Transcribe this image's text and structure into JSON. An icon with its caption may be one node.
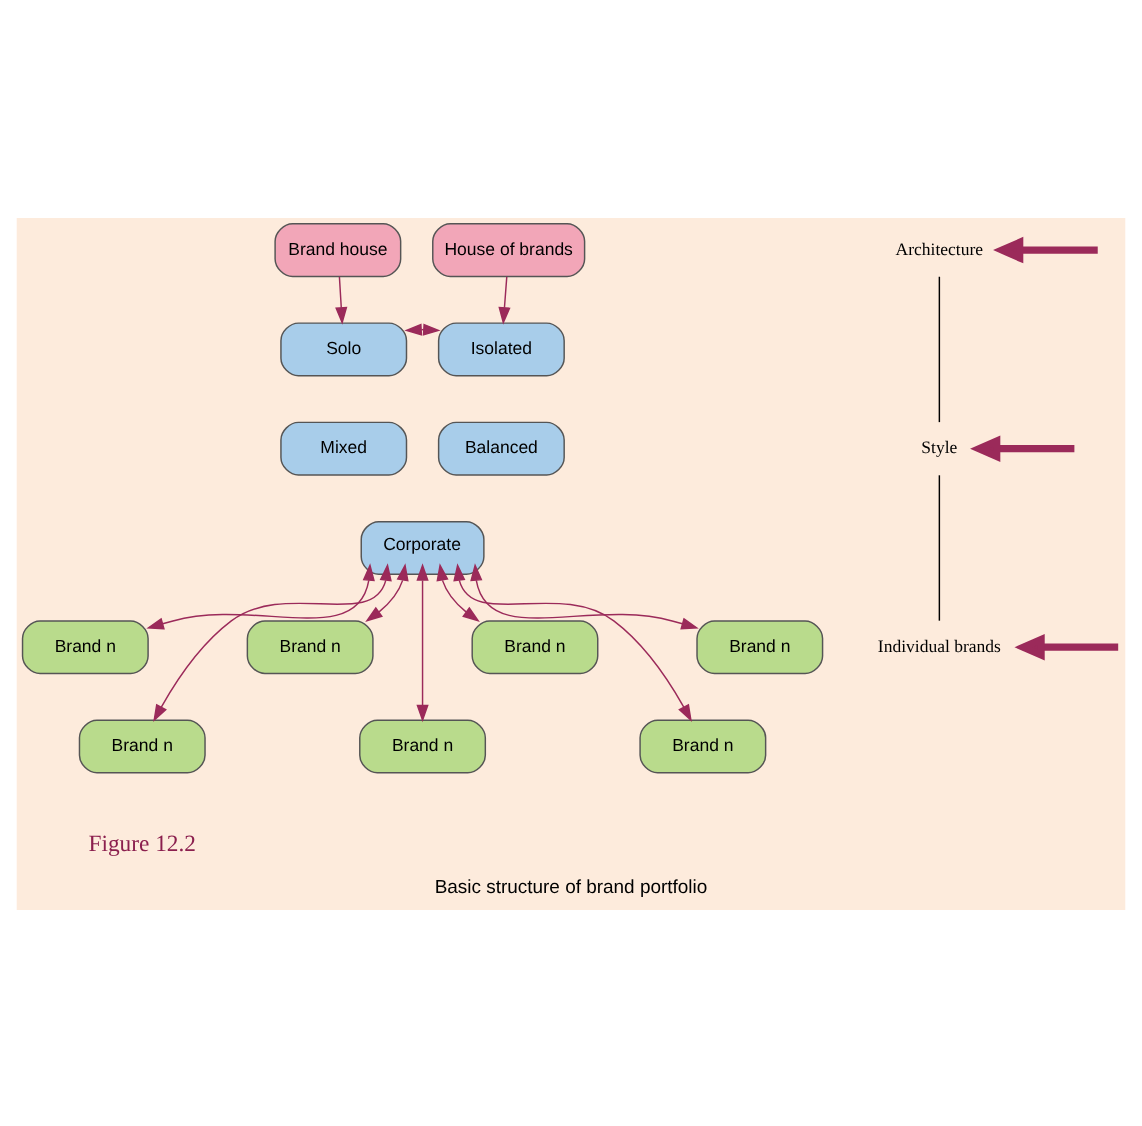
{
  "diagram": {
    "caption": "Basic structure of brand portfolio",
    "nodes": [
      {
        "text": [
          "Brand house"
        ]
      },
      {
        "text": [
          "House of brands"
        ]
      },
      {
        "text": [
          "Solo"
        ]
      },
      {
        "text": [
          "Isolated"
        ]
      },
      {
        "text": [
          "Mixed"
        ]
      },
      {
        "text": [
          "Balanced"
        ]
      },
      {
        "text": [
          "Corporate"
        ]
      },
      {
        "text": [
          "Brand n"
        ]
      },
      {
        "text": [
          "Brand n"
        ]
      },
      {
        "text": [
          "Brand n"
        ]
      },
      {
        "text": [
          "Brand n"
        ]
      },
      {
        "text": [
          "Brand n"
        ]
      },
      {
        "text": [
          "Brand n"
        ]
      },
      {
        "text": [
          "Brand n"
        ]
      },
      {
        "text": [
          "Architecture"
        ]
      },
      {
        "text": [
          "Style"
        ]
      },
      {
        "text": [
          "Individual brands"
        ]
      }
    ],
    "edges": [
      {
        "from": 0,
        "to": 2,
        "arrow": "to"
      },
      {
        "from": 1,
        "to": 3,
        "arrow": "to"
      },
      {
        "from": 2,
        "to": 3,
        "arrow": "both"
      },
      {
        "from": 6,
        "to": 7,
        "arrow": "both"
      },
      {
        "from": 6,
        "to": 11,
        "arrow": "both"
      },
      {
        "from": 6,
        "to": 8,
        "arrow": "both"
      },
      {
        "from": 6,
        "to": 12,
        "arrow": "both"
      },
      {
        "from": 6,
        "to": 9,
        "arrow": "both"
      },
      {
        "from": 6,
        "to": 13,
        "arrow": "both"
      },
      {
        "from": 6,
        "to": 10,
        "arrow": "both"
      },
      {
        "from": null,
        "to": 14,
        "arrow": "to",
        "style": "thick"
      },
      {
        "from": null,
        "to": 15,
        "arrow": "to",
        "style": "thick"
      },
      {
        "from": null,
        "to": 16,
        "arrow": "to",
        "style": "thick"
      },
      {
        "from": 14,
        "to": 15,
        "arrow": "none",
        "color": "#000000"
      },
      {
        "from": 15,
        "to": 16,
        "arrow": "none",
        "color": "#000000"
      }
    ],
    "labels": [
      "Figure 12.2"
    ]
  }
}
